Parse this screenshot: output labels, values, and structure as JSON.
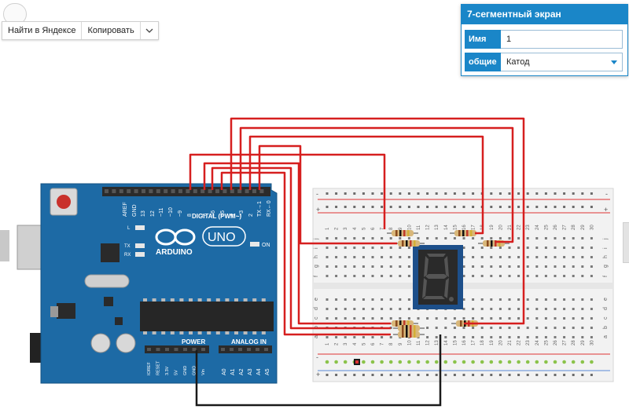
{
  "toolbar": {
    "find_label": "Найти в Яндексе",
    "copy_label": "Копировать"
  },
  "inspector": {
    "title": "7-сегментный экран",
    "name_label": "Имя",
    "name_value": "1",
    "common_label": "общие",
    "common_value": "Катод"
  },
  "arduino": {
    "logo": "ARDUINO",
    "model": "UNO",
    "header_top": [
      "AREF",
      "GND",
      "13",
      "12",
      "~11",
      "~10",
      "~9",
      "8",
      "7",
      "~6",
      "~5",
      "4",
      "~3",
      "2",
      "TX→1",
      "RX←0"
    ],
    "digital_label": "DIGITAL (PWM~)",
    "led_labels": [
      "L",
      "TX",
      "RX"
    ],
    "on_label": "ON",
    "power_label": "POWER",
    "analog_label": "ANALOG IN",
    "power_pins": [
      "IOREF",
      "RESET",
      "3.3V",
      "5V",
      "GND",
      "GND",
      "Vin"
    ],
    "analog_pins": [
      "A0",
      "A1",
      "A2",
      "A3",
      "A4",
      "A5"
    ]
  },
  "breadboard": {
    "top_letters": [
      "j",
      "i",
      "h",
      "g",
      "f"
    ],
    "bottom_letters": [
      "e",
      "d",
      "c",
      "b",
      "a"
    ],
    "column_numbers": [
      "1",
      "2",
      "3",
      "4",
      "5",
      "6",
      "7",
      "8",
      "9",
      "10",
      "11",
      "12",
      "13",
      "14",
      "15",
      "16",
      "17",
      "18",
      "19",
      "20",
      "21",
      "22",
      "23",
      "24",
      "25",
      "26",
      "27",
      "28",
      "29",
      "30"
    ],
    "rail_minus": "-",
    "rail_plus": "+"
  },
  "display": {
    "digit": "8.",
    "color": "#555555"
  },
  "colors": {
    "board": "#1d6aa5",
    "wire_red": "#d61f1f",
    "wire_black": "#1a1a1a",
    "inspector_accent": "#1a86c8"
  }
}
